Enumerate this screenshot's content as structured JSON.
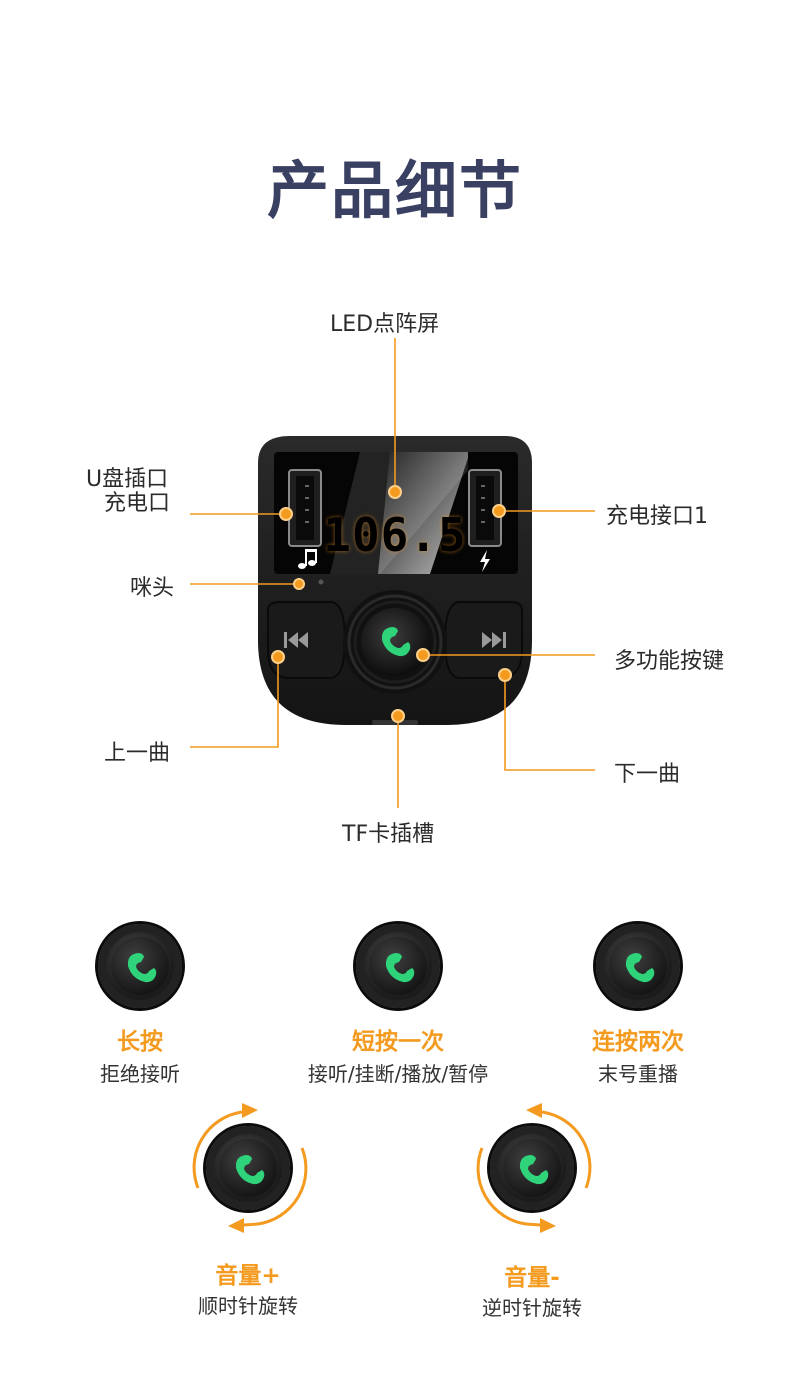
{
  "header": {
    "title": "产品细节"
  },
  "device": {
    "display_value": "106.5",
    "callouts": {
      "led_screen": "LED点阵屏",
      "usb_port_line1": "U盘插口",
      "usb_port_line2": "充电口",
      "charge_port": "充电接口1",
      "mic": "咪头",
      "multi_button": "多功能按键",
      "prev_track": "上一曲",
      "next_track": "下一曲",
      "tf_slot": "TF卡插槽"
    },
    "colors": {
      "accent": "#f39a1f",
      "call_green": "#2fd37a",
      "body": "#1b1b1b"
    }
  },
  "functions": [
    {
      "action": "长按",
      "desc": "拒绝接听",
      "icon": "phone-icon"
    },
    {
      "action": "短按一次",
      "desc": "接听/挂断/播放/暂停",
      "icon": "phone-icon"
    },
    {
      "action": "连按两次",
      "desc": "末号重播",
      "icon": "phone-icon"
    },
    {
      "action": "音量+",
      "desc": "顺时针旋转",
      "icon": "phone-icon"
    },
    {
      "action": "音量-",
      "desc": "逆时针旋转",
      "icon": "phone-icon"
    }
  ]
}
